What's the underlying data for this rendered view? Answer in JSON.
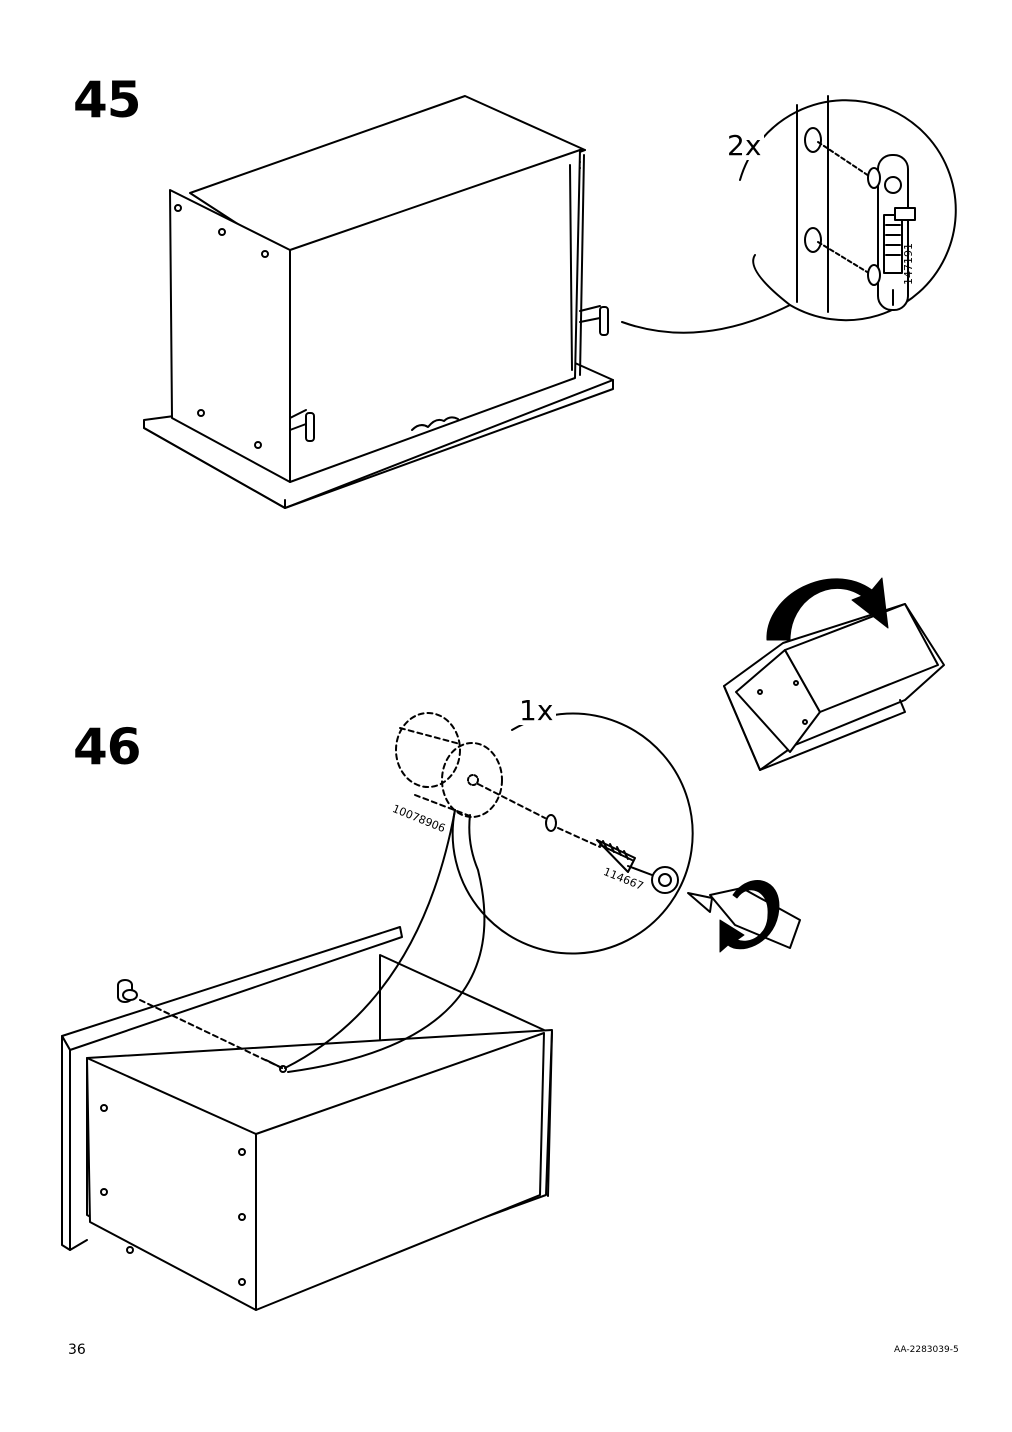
{
  "page": {
    "number": "36",
    "doc_code": "AA-2283039-5"
  },
  "steps": [
    {
      "number": "45",
      "quantity": "2x",
      "part_number": "147191"
    },
    {
      "number": "46",
      "quantity": "1x",
      "dowel_part_number": "10078906",
      "screw_part_number": "114667"
    }
  ],
  "icons": [
    "rotate-box-icon",
    "screwdriver-icon",
    "clockwise-arrow-icon"
  ],
  "colors": {
    "ink": "#000000",
    "paper": "#ffffff"
  }
}
